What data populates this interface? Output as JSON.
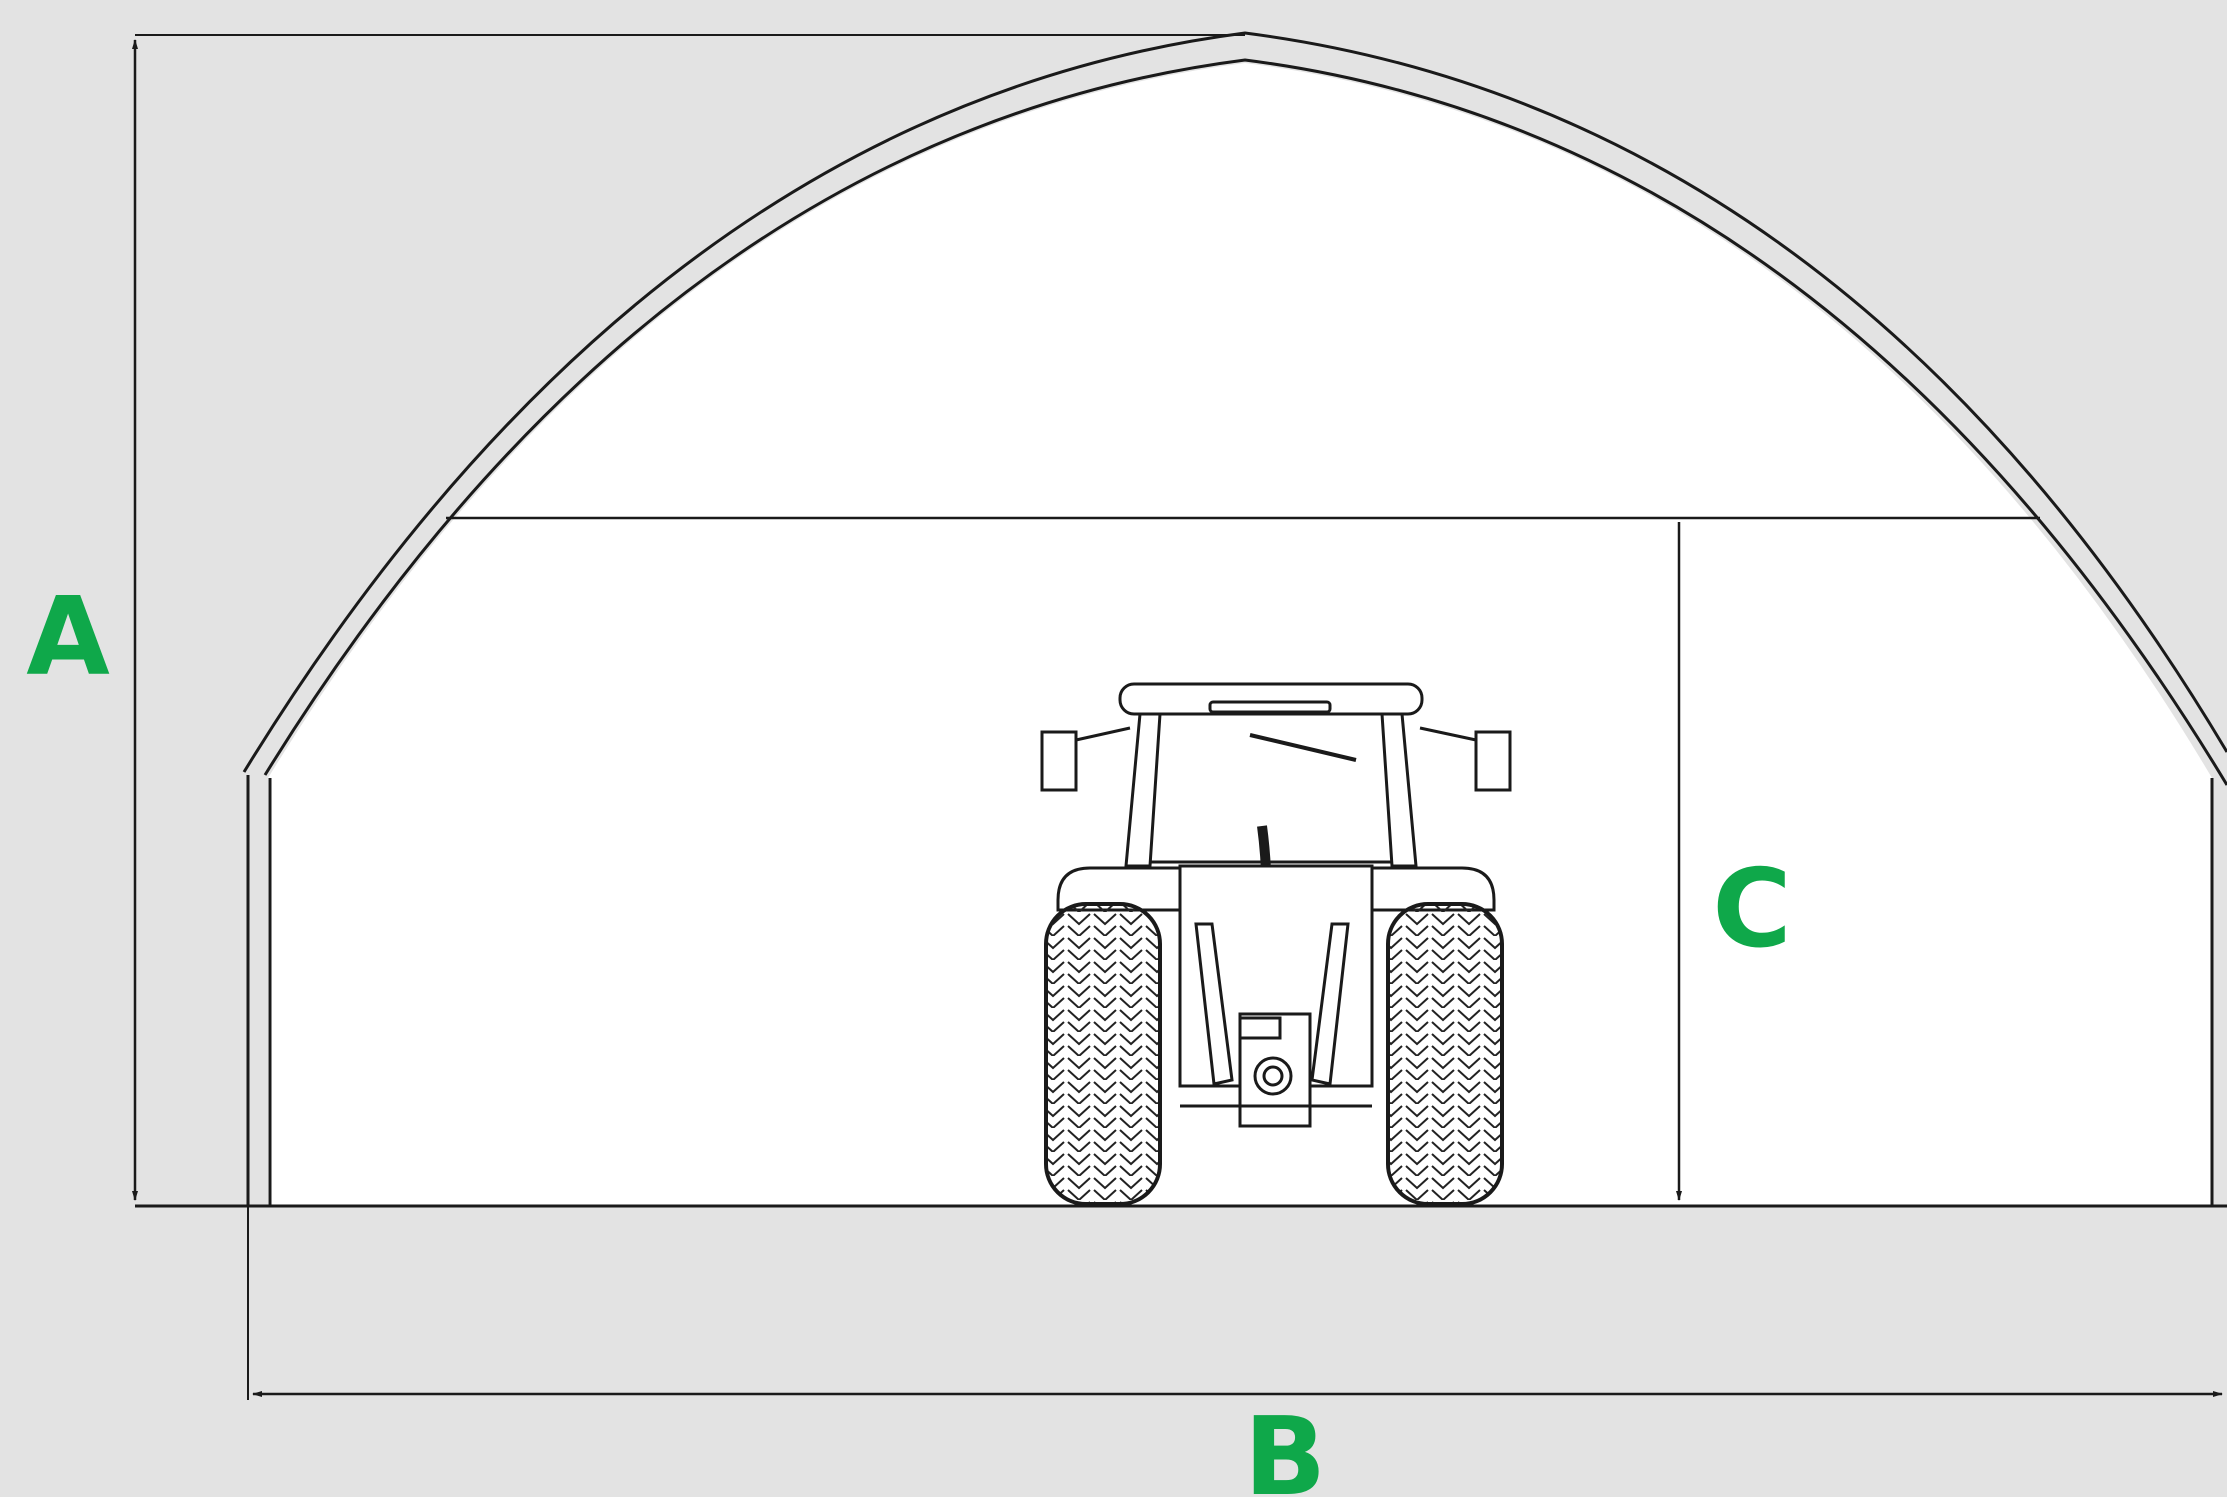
{
  "dimensions": {
    "height_label": "A",
    "width_label": "B",
    "door_height_label": "C"
  },
  "colors": {
    "background": "#e3e3e3",
    "structure_fill": "#ffffff",
    "line": "#1a1a1a",
    "label": "#0fa84a"
  },
  "subject": {
    "icon": "tractor-rear-view-icon"
  }
}
